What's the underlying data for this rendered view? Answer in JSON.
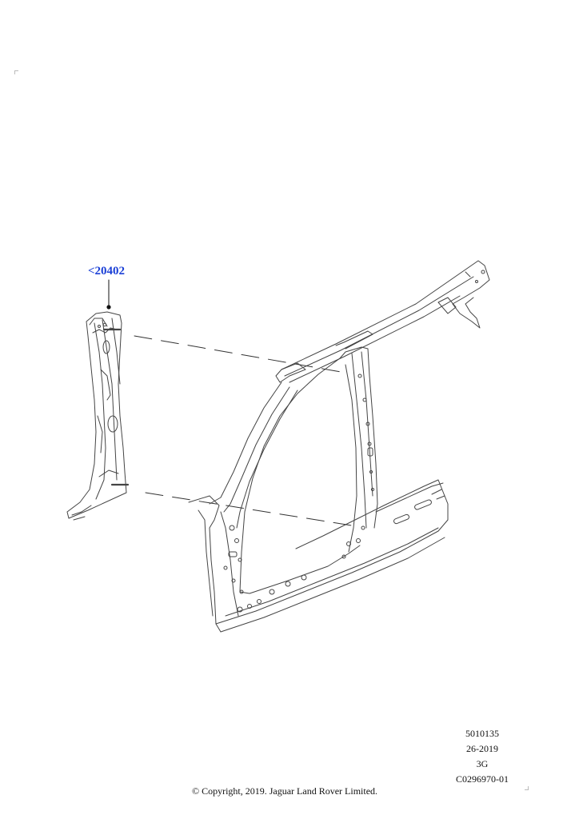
{
  "callout": {
    "part_ref": "<20402"
  },
  "meta": {
    "line1": "5010135",
    "line2": "26-2019",
    "line3": "3G",
    "line4": "C0296970-01"
  },
  "footer": {
    "copyright": "© Copyright, 2019. Jaguar Land Rover Limited."
  },
  "colors": {
    "callout": "#1a3fd6",
    "linework": "#444444"
  }
}
